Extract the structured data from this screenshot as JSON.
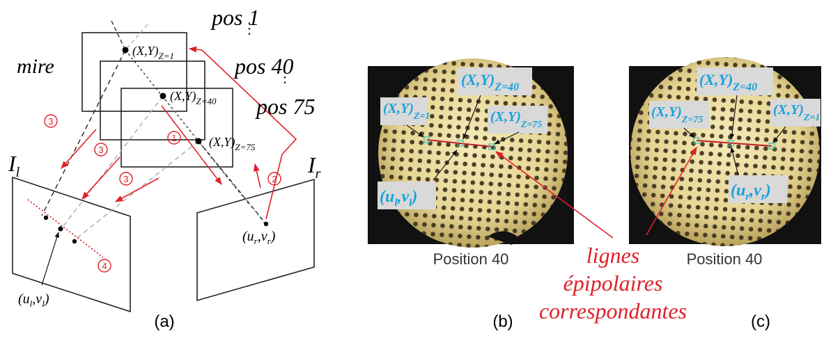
{
  "panel_a": {
    "mire_label": "mire",
    "pos1": "pos 1",
    "pos40": "pos 40",
    "pos75": "pos 75",
    "xy_base": "(X,Y)",
    "z1": "Z=1",
    "z40": "Z=40",
    "z75": "Z=75",
    "il_base": "I",
    "il_sub": "l",
    "ir_base": "I",
    "ir_sub": "r",
    "ul_u": "(u",
    "ul_us": "l",
    "ul_v": ",v",
    "ul_vs": "l",
    "ul_end": ")",
    "ur_u": "(u",
    "ur_us": "r",
    "ur_v": ",v",
    "ur_vs": "r",
    "ur_end": ")",
    "steps": [
      "3",
      "3",
      "3",
      "1",
      "2",
      "4"
    ],
    "caption": "(a)"
  },
  "panel_b": {
    "xy_z1": {
      "base": "(X,Y)",
      "sub": "Z=1"
    },
    "xy_z40": {
      "base": "(X,Y)",
      "sub": "Z=40"
    },
    "xy_z75": {
      "base": "(X,Y)",
      "sub": "Z=75"
    },
    "uv": {
      "u": "(u",
      "us": "l",
      "v": ",v",
      "vs": "l",
      "end": ")"
    },
    "position": "Position 40",
    "caption": "(b)"
  },
  "panel_c": {
    "xy_z75": {
      "base": "(X,Y)",
      "sub": "Z=75"
    },
    "xy_z40": {
      "base": "(X,Y)",
      "sub": "Z=40"
    },
    "xy_z1": {
      "base": "(X,Y)",
      "sub": "Z=1"
    },
    "uv": {
      "u": "(u",
      "us": "r",
      "v": ",v",
      "vs": "r",
      "end": ")"
    },
    "position": "Position 40",
    "caption": "(c)"
  },
  "annotation": {
    "line1": "lignes",
    "line2": "épipolaires",
    "line3": "correspondantes"
  },
  "colors": {
    "red": "#e0202a",
    "blue": "#1aa0dc",
    "photo_bg": "#111111",
    "label_bg": "#d9d9d9"
  }
}
